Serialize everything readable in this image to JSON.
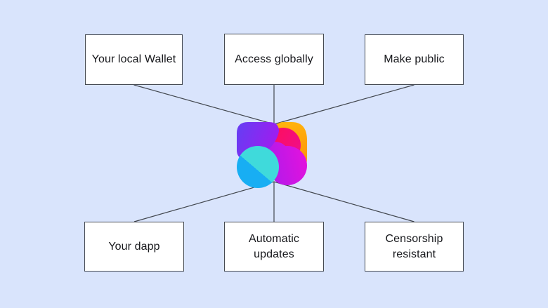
{
  "canvas": {
    "background": "#d9e4fc"
  },
  "connector_color": "#42474f",
  "logo": {
    "name": "colorful-app-logo",
    "colors": {
      "purple_start": "#6b3af3",
      "purple_end": "#a519ef",
      "orange_start": "#ffb30c",
      "orange_end": "#fd8f07",
      "pink_start": "#fe0d5e",
      "pink_end": "#ef0f8b",
      "magenta_start": "#a51cee",
      "magenta_end": "#e312dd",
      "cyan_dark": "#18aef3",
      "cyan_light": "#3fdadb"
    }
  },
  "nodes": {
    "top": [
      "Your local Wallet",
      "Access globally",
      "Make public"
    ],
    "bottom": [
      "Your dapp",
      "Automatic updates",
      "Censorship resistant"
    ]
  }
}
